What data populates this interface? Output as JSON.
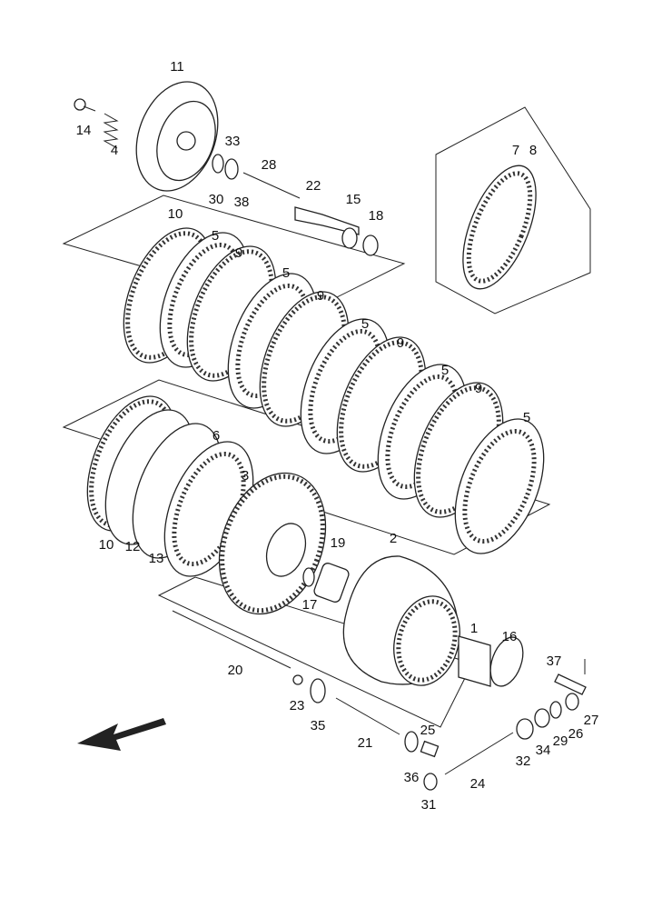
{
  "title": "Clutch exploded parts diagram",
  "labels": [
    "11",
    "14",
    "4",
    "33",
    "28",
    "30",
    "38",
    "22",
    "15",
    "18",
    "7",
    "8",
    "10",
    "5",
    "9",
    "5",
    "9",
    "5",
    "9",
    "5",
    "9",
    "5",
    "6",
    "3",
    "10",
    "12",
    "13",
    "2",
    "19",
    "17",
    "1",
    "16",
    "37",
    "20",
    "23",
    "35",
    "27",
    "26",
    "29",
    "34",
    "25",
    "21",
    "32",
    "36",
    "24",
    "31"
  ],
  "direction_arrow": "front-arrow"
}
